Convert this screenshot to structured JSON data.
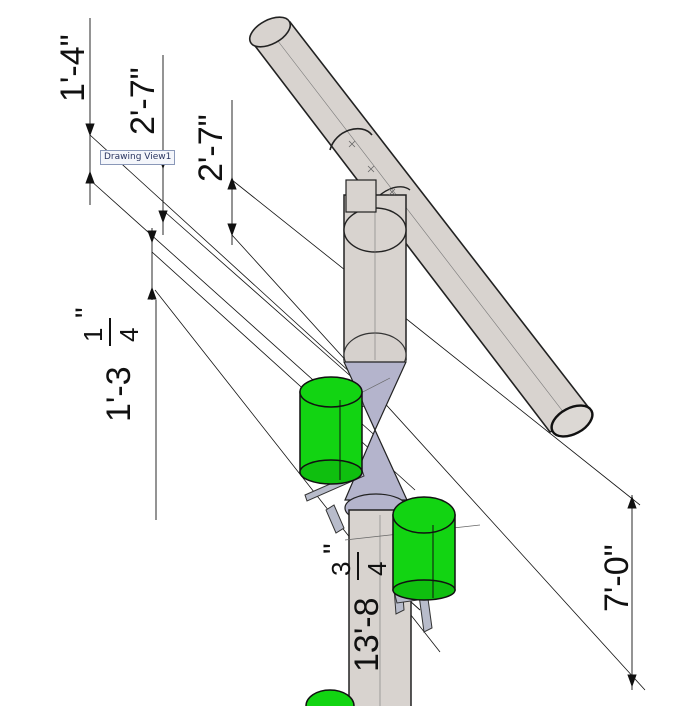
{
  "tooltip": {
    "label": "Drawing View1"
  },
  "dimensions": {
    "d1": "1'-4\"",
    "d2": "2'-7\"",
    "d3": "2'-7\"",
    "d4_whole": "1'-3",
    "d4_num": "1",
    "d4_den": "4",
    "d4_inch": "\"",
    "d5_whole": "13'-8",
    "d5_num": "3",
    "d5_den": "4",
    "d5_inch": "\"",
    "d6": "7'-0\""
  },
  "colors": {
    "pipe": "#d8d3cf",
    "pipe_stroke": "#222222",
    "reducer": "#b4b4cc",
    "valve_green": "#12d412",
    "valve_stem": "#b8bccb",
    "line": "#111111"
  }
}
